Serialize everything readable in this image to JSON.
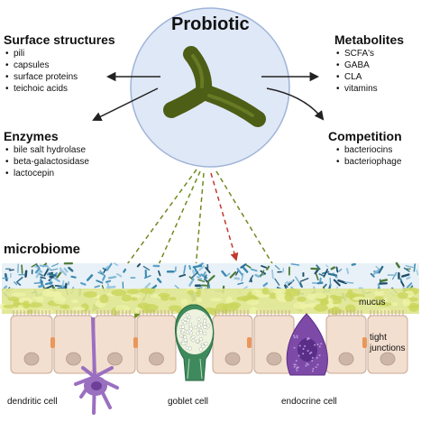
{
  "title": "Probiotic",
  "sections": {
    "surface": {
      "title": "Surface structures",
      "items": [
        "pili",
        "capsules",
        "surface proteins",
        "teichoic acids"
      ]
    },
    "enzymes": {
      "title": "Enzymes",
      "items": [
        "bile salt hydrolase",
        "beta-galactosidase",
        "lactocepin"
      ]
    },
    "metabolites": {
      "title": "Metabolites",
      "items": [
        "SCFA's",
        "GABA",
        "CLA",
        "vitamins"
      ]
    },
    "competition": {
      "title": "Competition",
      "items": [
        "bacteriocins",
        "bacteriophage"
      ]
    }
  },
  "microbiome_label": "microbiome",
  "mucus_label": "mucus",
  "tight_junctions_label": [
    "tight",
    "junctions"
  ],
  "cells": {
    "dendritic": "dendritic cell",
    "goblet": "goblet cell",
    "endocrine": "endocrine cell"
  },
  "colors": {
    "circle_fill": "#dfe8f6",
    "circle_stroke": "#9fb4d8",
    "probiotic": "#4d5e16",
    "arrow_green": "#6f8a1e",
    "arrow_red": "#c0392b",
    "mucus": "#d8e27a",
    "epithelium": "#f3dfd0",
    "nucleus": "#cdb6a7",
    "junction": "#e9975a",
    "dendritic": "#9b6fc0",
    "goblet": "#3f8a5c",
    "endocrine": "#7d4aa8"
  }
}
